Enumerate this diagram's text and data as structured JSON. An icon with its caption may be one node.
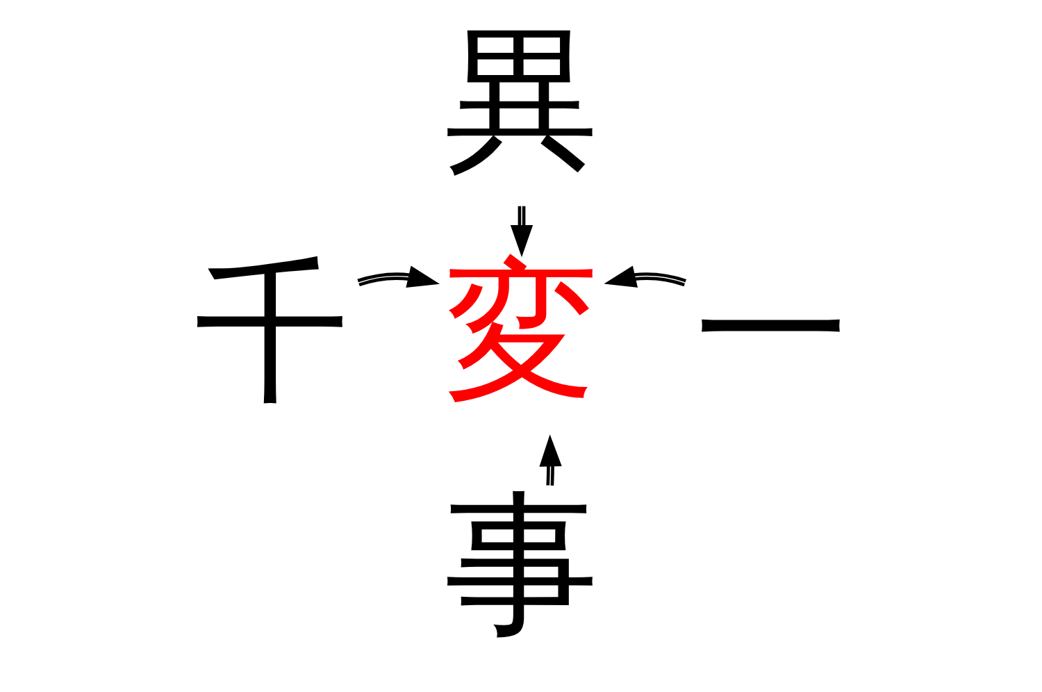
{
  "diagram": {
    "nodes": [
      {
        "text": [
          "異"
        ]
      },
      {
        "text": [
          "千"
        ]
      },
      {
        "text": [
          "変"
        ]
      },
      {
        "text": [
          "一"
        ]
      },
      {
        "text": [
          "事"
        ]
      }
    ],
    "edges": [
      {
        "from": 0,
        "to": 2,
        "arrow": "to"
      },
      {
        "from": 1,
        "to": 2,
        "arrow": "to"
      },
      {
        "from": 3,
        "to": 2,
        "arrow": "to"
      },
      {
        "from": 4,
        "to": 2,
        "arrow": "to"
      }
    ]
  }
}
